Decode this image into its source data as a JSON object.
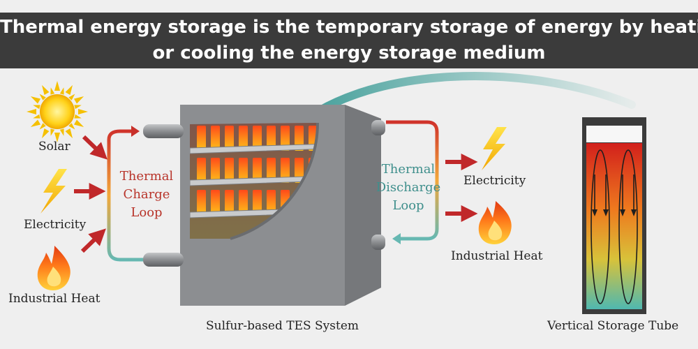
{
  "banner": {
    "line1": "Thermal energy storage is the temporary storage of energy by heating",
    "line2": "or cooling the energy storage medium"
  },
  "inputs": {
    "solar": "Solar",
    "electricity": "Electricity",
    "industrial_heat": "Industrial Heat"
  },
  "charge_loop": {
    "line1": "Thermal",
    "line2": "Charge",
    "line3": "Loop"
  },
  "discharge_loop": {
    "line1": "Thermal",
    "line2": "Discharge",
    "line3": "Loop"
  },
  "outputs": {
    "electricity": "Electricity",
    "industrial_heat": "Industrial Heat"
  },
  "captions": {
    "system": "Sulfur-based TES System",
    "tube": "Vertical Storage Tube"
  },
  "icons": [
    "sun-icon",
    "lightning-icon",
    "flame-icon"
  ],
  "colors": {
    "banner_bg": "#3b3b3b",
    "charge_text": "#b8342a",
    "discharge_text": "#3f8f8c",
    "arrow_red": "#c0282a",
    "box_gray": "#8f9194"
  }
}
